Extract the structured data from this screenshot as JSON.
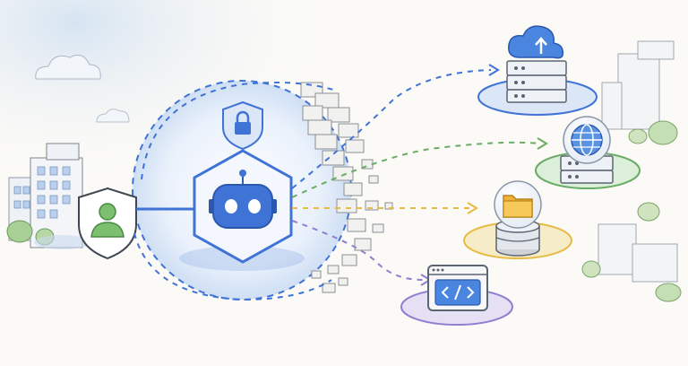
{
  "colors": {
    "paper": "#fbfaf6",
    "sky": "#d9e6f3",
    "blue": "#3f73d6",
    "blue_light": "#dbe6f7",
    "green": "#6aab66",
    "green_light": "#dcefd9",
    "yellow": "#e8bb47",
    "yellow_light": "#f6ecc7",
    "purple": "#8e7fd0",
    "purple_light": "#e6e0f5",
    "gray": "#7d8590",
    "ink": "#2f3a4a"
  },
  "nodes": {
    "user": {
      "icon": "user-shield-icon"
    },
    "agent": {
      "icon": "robot-icon",
      "badge": "lock-shield-icon"
    },
    "cloud_server": {
      "icon": "cloud-server-icon",
      "accent": "blue"
    },
    "web_server": {
      "icon": "globe-server-icon",
      "accent": "green"
    },
    "file_store": {
      "icon": "folder-database-icon",
      "accent": "yellow"
    },
    "code_app": {
      "icon": "code-window-icon",
      "accent": "purple"
    }
  },
  "connections": [
    {
      "from": "agent",
      "to": "cloud_server",
      "color": "blue"
    },
    {
      "from": "agent",
      "to": "web_server",
      "color": "green"
    },
    {
      "from": "agent",
      "to": "file_store",
      "color": "yellow"
    },
    {
      "from": "agent",
      "to": "code_app",
      "color": "purple"
    }
  ]
}
